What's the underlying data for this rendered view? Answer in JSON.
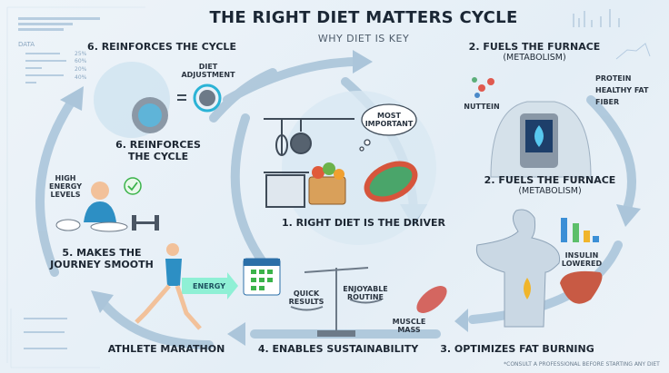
{
  "header": {
    "title": "THE RIGHT DIET MATTERS CYCLE",
    "subtitle": "WHY DIET IS KEY"
  },
  "steps": {
    "step6_top": "6. REINFORCES THE CYCLE",
    "step6_label_line1": "6. REINFORCES",
    "step6_label_line2": "THE CYCLE",
    "diet_adjustment_line1": "DIET",
    "diet_adjustment_line2": "ADJUSTMENT",
    "step2_top": "2. FUELS THE FURNACE",
    "step2_top_paren": "(METABOLISM)",
    "step2_label": "2. FUELS THE FURNACE",
    "step2_label_paren": "(METABOLISM)",
    "nutrient": "NUTTEIN",
    "nutrients": [
      "PROTEIN",
      "HEALTHY FAT",
      "FIBER"
    ],
    "most_important_line1": "MOST",
    "most_important_line2": "IMPORTANT",
    "step1": "1. RIGHT DIET IS THE DRIVER",
    "high_energy": [
      "HIGH",
      "ENERGY",
      "LEVELS"
    ],
    "step5_line1": "5. MAKES THE",
    "step5_line2": "JOURNEY SMOOTH",
    "energy": "ENERGY",
    "quick_results": [
      "QUICK",
      "RESULTS"
    ],
    "enjoyable_routine": [
      "ENJOYABLE",
      "ROUTINE"
    ],
    "muscle_mass": [
      "MUSCLE",
      "MASS"
    ],
    "insulin_lowered": [
      "INSULIN",
      "LOWERED"
    ],
    "athlete_marathon": "ATHLETE MARATHON",
    "step4": "4. ENABLES SUSTAINABILITY",
    "step3": "3. OPTIMIZES FAT BURNING"
  },
  "decor": {
    "data_label": "DATA",
    "percents": [
      "25%",
      "60%",
      "20%",
      "40%"
    ]
  },
  "footnote": "*CONSULT A PROFESSIONAL BEFORE STARTING ANY DIET",
  "colors": {
    "arrow": "#a9c3d8",
    "title": "#1b2735",
    "accent": "#2bb3d6",
    "energy": "#38d6b0"
  }
}
